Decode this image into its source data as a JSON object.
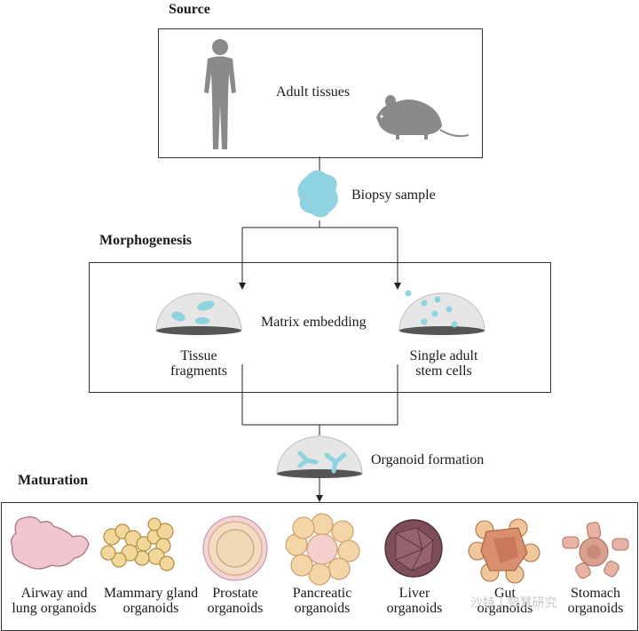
{
  "source": {
    "header": "Source",
    "tissue_label": "Adult tissues"
  },
  "biopsy": {
    "label": "Biopsy sample"
  },
  "morphogenesis": {
    "header": "Morphogenesis",
    "matrix_label": "Matrix embedding",
    "left_line1": "Tissue",
    "left_line2": "fragments",
    "right_line1": "Single adult",
    "right_line2": "stem cells"
  },
  "formation": {
    "label": "Organoid formation"
  },
  "maturation": {
    "header": "Maturation",
    "organoids": [
      {
        "line1": "Airway and",
        "line2": "lung organoids"
      },
      {
        "line1": "Mammary gland",
        "line2": "organoids"
      },
      {
        "line1": "Prostate",
        "line2": "organoids"
      },
      {
        "line1": "Pancreatic",
        "line2": "organoids"
      },
      {
        "line1": "Liver",
        "line2": "organoids"
      },
      {
        "line1": "Gut",
        "line2": "organoids"
      },
      {
        "line1": "Stomach",
        "line2": "organoids"
      }
    ]
  },
  "watermark": "沙特 | 智慧研究",
  "colors": {
    "silhouette": "#8a8a8a",
    "biopsy": "#8ed3df",
    "dome": "#e6e6e6",
    "dome_base": "#555555",
    "airway": "#f1c6cf",
    "mammary": "#f1d79a",
    "prostate": "#f3dcc3",
    "pancreatic": "#f4d5a8",
    "liver": "#7d4e5a",
    "gut": "#d98f6d",
    "stomach": "#e8b3a4"
  },
  "icons": [
    "human-silhouette-icon",
    "mouse-silhouette-icon",
    "biopsy-blob-icon",
    "matrix-dome-icon"
  ]
}
